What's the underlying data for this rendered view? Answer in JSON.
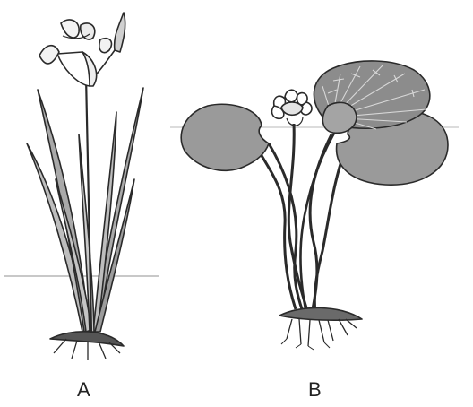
{
  "labels": {
    "a": "A",
    "b": "B"
  },
  "colors": {
    "outline": "#2a2a2a",
    "leaf_fill": "#aaaaaa",
    "dark_fill": "#8a8a8a",
    "leaf_light": "#d6d6d6",
    "waterline": "#c8c8c8",
    "background": "#ffffff"
  },
  "plants": [
    {
      "id": "A",
      "kind": "emergent plant (iris-like) rooted below waterline"
    },
    {
      "id": "B",
      "kind": "floating-leaved plant (water lily) with long stems to rooted base"
    }
  ]
}
